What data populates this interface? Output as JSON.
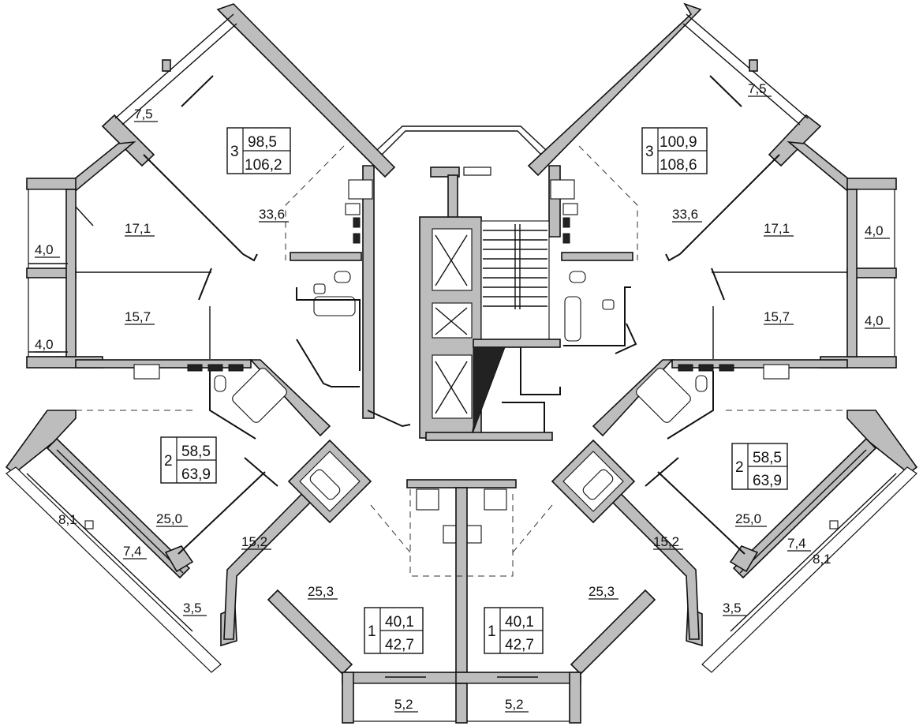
{
  "room_areas": {
    "nw_loggia": "7,5",
    "ne_loggia": "7,5",
    "nw_living": "33,6",
    "ne_living": "33,6",
    "w_bed_top": "17,1",
    "e_bed_top": "17,1",
    "w_bed_mid": "15,7",
    "e_bed_mid": "15,7",
    "w_balc_top": "4,0",
    "w_balc_bot": "4,0",
    "e_balc_top": "4,0",
    "e_balc_bot": "4,0",
    "sw_balcony": "8,1",
    "sw_loggia": "7,4",
    "sw_living": "25,0",
    "sw_bed": "15,2",
    "sw_small": "3,5",
    "se_balcony": "8,1",
    "se_loggia": "7,4",
    "se_living": "25,0",
    "se_bed": "15,2",
    "se_small": "3,5",
    "s_left_room": "25,3",
    "s_right_room": "25,3",
    "s_left_balc": "5,2",
    "s_right_balc": "5,2"
  },
  "apartments": {
    "nw": {
      "rooms": "3",
      "living": "98,5",
      "total": "106,2"
    },
    "ne": {
      "rooms": "3",
      "living": "100,9",
      "total": "108,6"
    },
    "sw": {
      "rooms": "2",
      "living": "58,5",
      "total": "63,9"
    },
    "se": {
      "rooms": "2",
      "living": "58,5",
      "total": "63,9"
    },
    "s_left": {
      "rooms": "1",
      "living": "40,1",
      "total": "42,7"
    },
    "s_right": {
      "rooms": "1",
      "living": "40,1",
      "total": "42,7"
    }
  }
}
